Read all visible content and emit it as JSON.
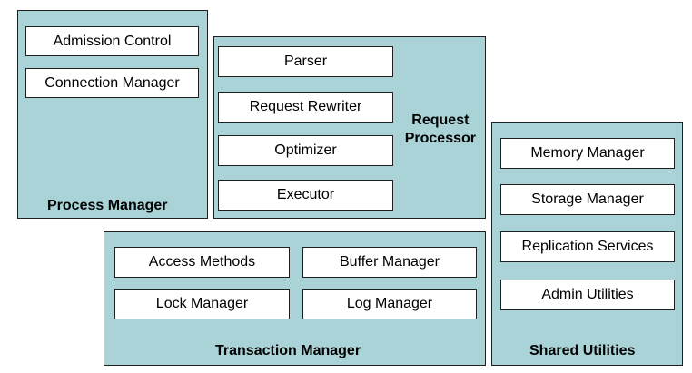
{
  "process_manager": {
    "title": "Process Manager",
    "components": [
      "Admission Control",
      "Connection Manager"
    ]
  },
  "request_processor": {
    "title_line1": "Request",
    "title_line2": "Processor",
    "components": [
      "Parser",
      "Request Rewriter",
      "Optimizer",
      "Executor"
    ]
  },
  "transaction_manager": {
    "title": "Transaction Manager",
    "components": [
      "Access Methods",
      "Buffer Manager",
      "Lock Manager",
      "Log Manager"
    ]
  },
  "shared_utilities": {
    "title": "Shared Utilities",
    "components": [
      "Memory Manager",
      "Storage Manager",
      "Replication Services",
      "Admin Utilities"
    ]
  },
  "colors": {
    "panel_fill": "#a9d3d6",
    "box_fill": "#ffffff",
    "border": "#1f1f1f"
  }
}
